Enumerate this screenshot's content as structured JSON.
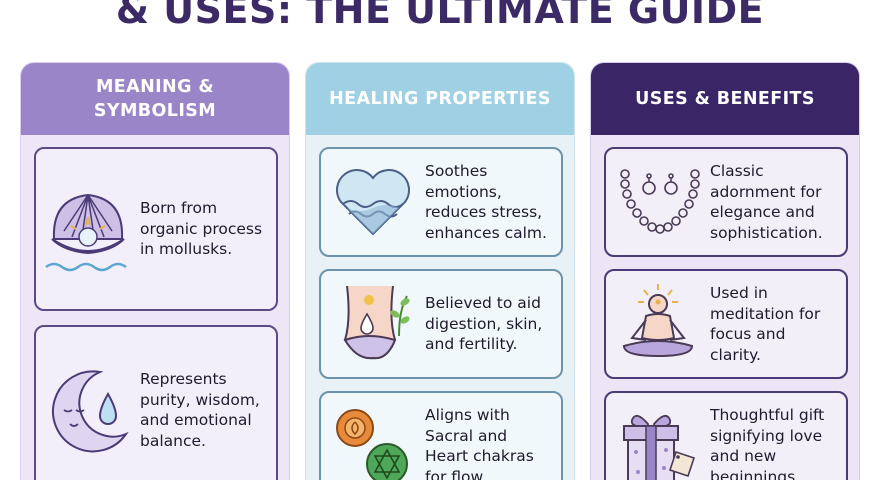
{
  "title": "& USES: THE ULTIMATE GUIDE",
  "columns": [
    {
      "heading": "MEANING & SYMBOLISM",
      "cards": [
        {
          "text": "Born from organic process in mollusks.",
          "icon": "oyster-pearl-icon"
        },
        {
          "text": "Represents purity, wisdom, and emotional balance.",
          "icon": "moon-droplet-icon"
        }
      ]
    },
    {
      "heading": "HEALING PROPERTIES",
      "cards": [
        {
          "text": "Soothes emotions, reduces stress, enhances calm.",
          "icon": "heart-waves-icon"
        },
        {
          "text": "Believed to aid digestion, skin, and fertility.",
          "icon": "torso-leaf-icon"
        },
        {
          "text": "Aligns with Sacral and Heart chakras for flow.",
          "icon": "chakra-symbols-icon"
        }
      ]
    },
    {
      "heading": "USES & BENEFITS",
      "cards": [
        {
          "text": "Classic adornment for elegance and sophistication.",
          "icon": "pearl-necklace-icon"
        },
        {
          "text": "Used in meditation for focus and clarity.",
          "icon": "meditation-figure-icon"
        },
        {
          "text": "Thoughtful gift signifying love and new beginnings.",
          "icon": "gift-box-icon"
        }
      ]
    }
  ]
}
